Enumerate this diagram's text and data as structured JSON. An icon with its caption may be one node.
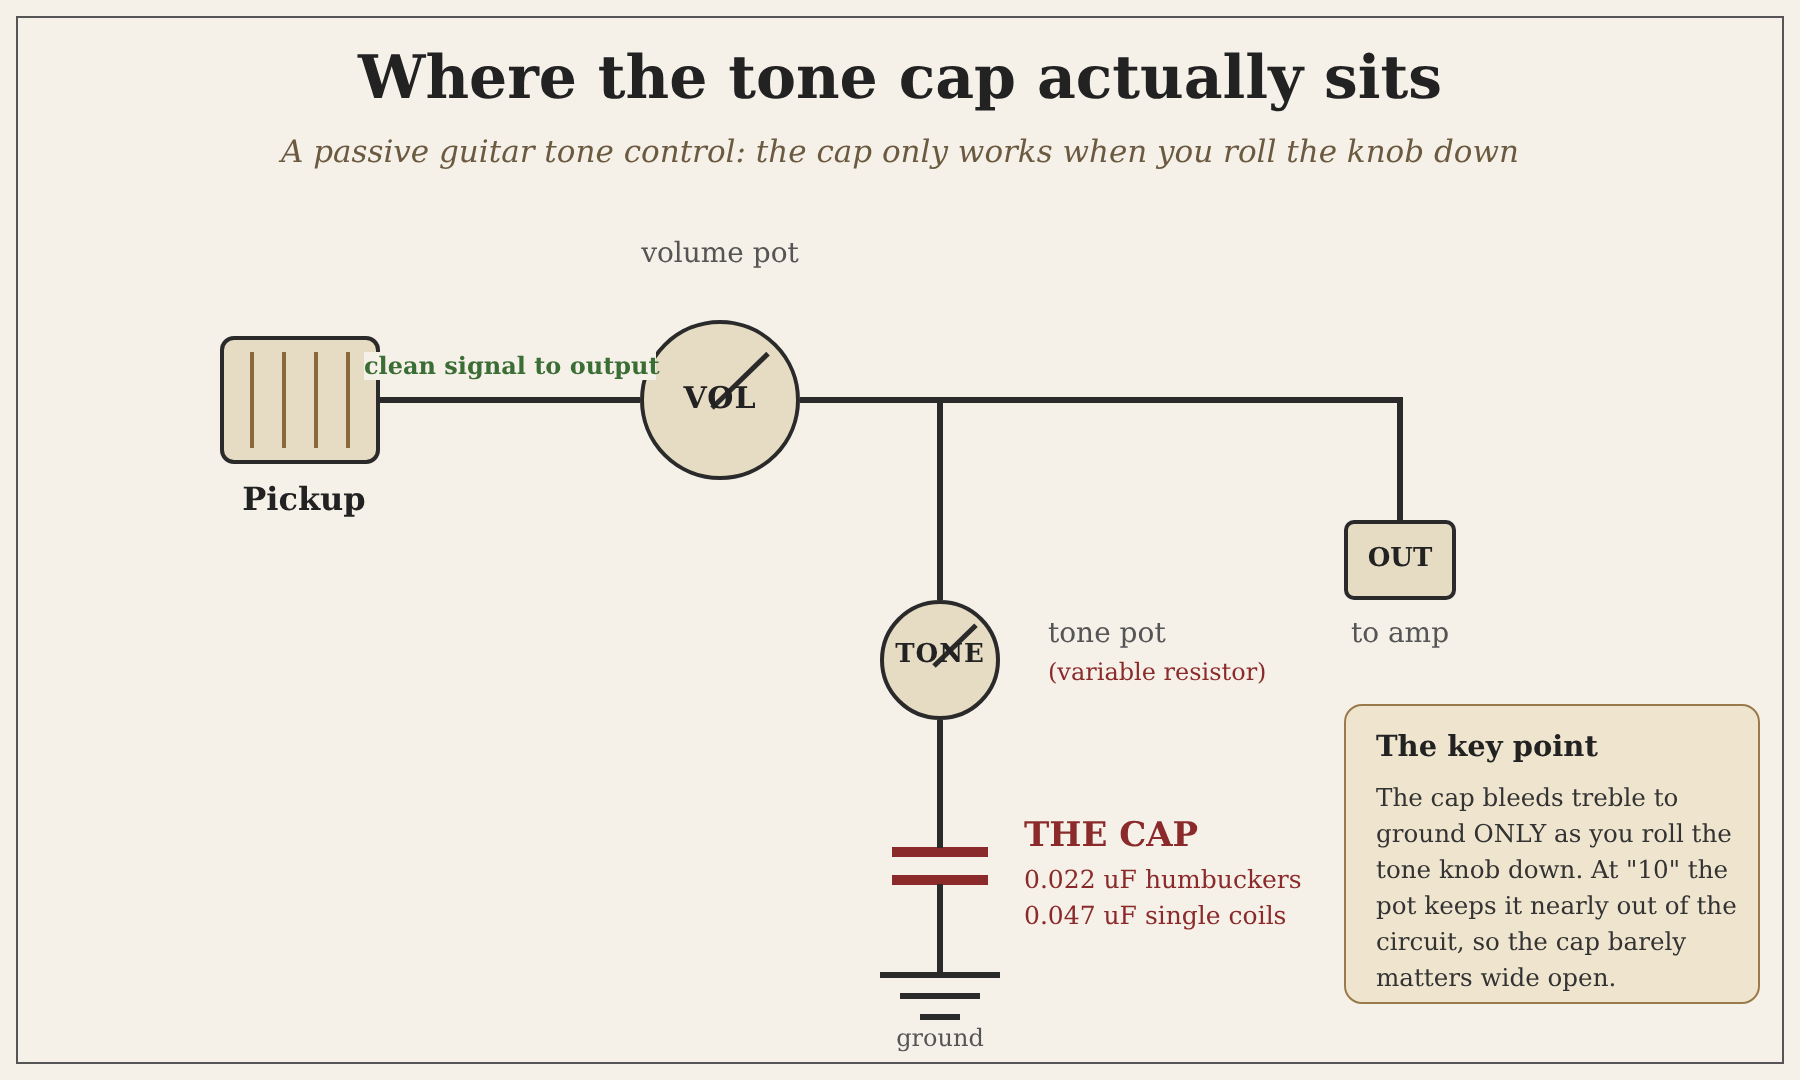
{
  "diagram": {
    "title": "Where the tone cap actually sits",
    "caption": "A passive guitar tone control: the cap only works when you roll the knob down",
    "nodes": [
      {
        "text": [
          "Pickup"
        ]
      },
      {
        "text": [
          "VOL"
        ],
        "beside": [
          "volume pot"
        ]
      },
      {
        "text": [
          "OUT"
        ],
        "beside": [
          "to amp"
        ]
      },
      {
        "text": [
          "TONE"
        ],
        "beside": [
          "tone pot",
          "(variable resistor)"
        ]
      },
      {
        "text": [],
        "shape": "capacitor",
        "beside": [
          "THE CAP",
          "0.022 uF humbuckers",
          "0.047 uF single coils"
        ]
      },
      {
        "text": [],
        "shape": "ground",
        "beside": [
          "ground"
        ]
      },
      {
        "text": [
          "The key point",
          "The cap bleeds treble to ground ONLY as you roll the tone knob down. At \"10\" the pot keeps it nearly out of the circuit, so the cap barely matters wide open."
        ]
      }
    ],
    "edges": [
      {
        "from": 0,
        "to": 1,
        "arrow": "none",
        "label": "clean signal to output"
      },
      {
        "from": 1,
        "to": 2,
        "arrow": "none"
      },
      {
        "from": 1,
        "to": 3,
        "arrow": "none"
      },
      {
        "from": 3,
        "to": 4,
        "arrow": "none"
      },
      {
        "from": 4,
        "to": 5,
        "arrow": "none"
      }
    ]
  }
}
